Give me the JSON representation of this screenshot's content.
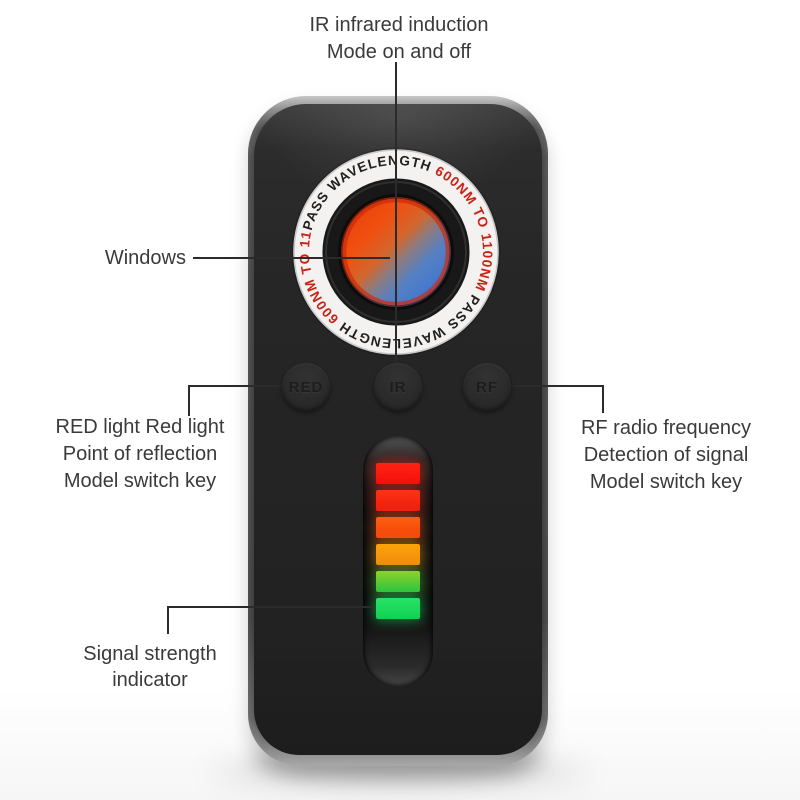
{
  "annotations": {
    "ir": {
      "lines": [
        "IR infrared induction",
        "Mode on and off"
      ]
    },
    "windows": {
      "label": "Windows"
    },
    "red": {
      "lines": [
        "RED light Red light",
        "Point of reflection",
        "Model switch key"
      ]
    },
    "rf": {
      "lines": [
        "RF radio frequency",
        "Detection of signal",
        "Model switch key"
      ]
    },
    "signal": {
      "lines": [
        "Signal strength",
        "indicator"
      ]
    }
  },
  "device": {
    "ring_text": {
      "pass": "PASS WAVELENGTH ",
      "range": "600NM TO 1100NM "
    },
    "buttons": [
      {
        "label": "RED"
      },
      {
        "label": "IR"
      },
      {
        "label": "RF"
      }
    ],
    "signal_bars": [
      {
        "name": "bar-1",
        "css": "linear-gradient(180deg,#ff2413,#f30e0b)",
        "glow": "rgba(255,40,20,0.55)"
      },
      {
        "name": "bar-2",
        "css": "linear-gradient(180deg,#fb3414,#ee1c0e)",
        "glow": "rgba(250,45,20,0.50)"
      },
      {
        "name": "bar-3",
        "css": "linear-gradient(180deg,#fc5f0f,#f4440c)",
        "glow": "rgba(250,90,15,0.50)"
      },
      {
        "name": "bar-4",
        "css": "linear-gradient(180deg,#fda30a,#f28b0d)",
        "glow": "rgba(250,160,15,0.50)"
      },
      {
        "name": "bar-5",
        "css": "linear-gradient(180deg,#8ed22b,#2ec43e)",
        "glow": "rgba(90,205,55,0.50)"
      },
      {
        "name": "bar-6",
        "css": "linear-gradient(180deg,#27e267,#10d151)",
        "glow": "rgba(30,220,95,0.55)"
      }
    ]
  },
  "colors": {
    "ring_text_dark": "#212121",
    "ring_text_red": "#c92114",
    "label_text": "#3a3a3a",
    "leader_line": "#2b2b2b"
  }
}
